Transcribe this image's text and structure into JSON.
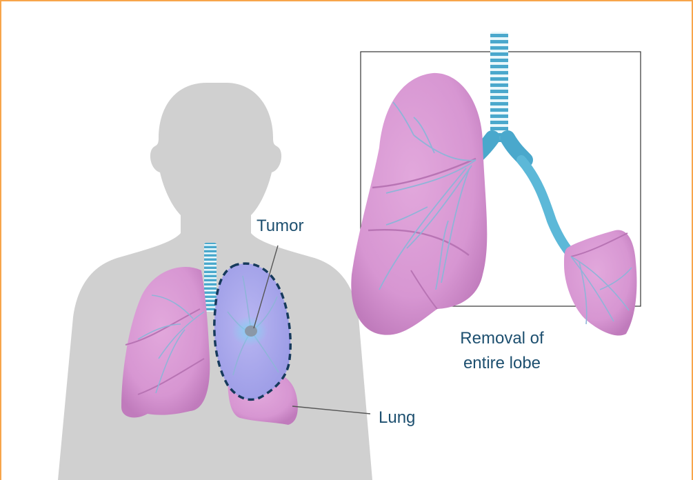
{
  "labels": {
    "tumor": "Tumor",
    "lung": "Lung",
    "removal_line1": "Removal of",
    "removal_line2": "entire lobe"
  },
  "colors": {
    "frame_border": "#f7a54a",
    "silhouette": "#d0d0d0",
    "lung_fill": "#d796d2",
    "lung_shade": "#c27cbd",
    "vessel": "#8fb4d8",
    "trachea": "#5cb8d8",
    "trachea_ring": "#e8f7fb",
    "highlight_lobe": "#a8a8ee",
    "dashed_outline": "#163a5c",
    "tumor": "#8a98a8",
    "label_text": "#1d4f6f",
    "leader_line": "#555555",
    "inset_border": "#333333"
  }
}
